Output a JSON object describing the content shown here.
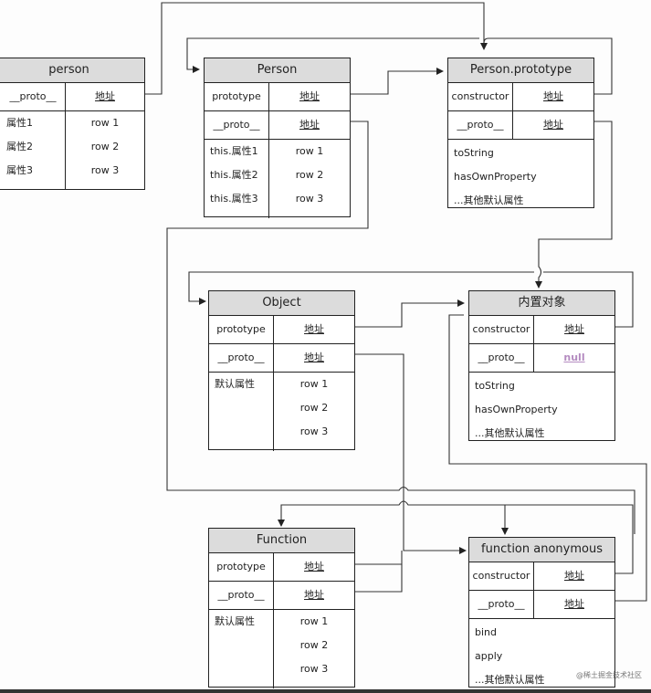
{
  "diagram": {
    "boxes": {
      "person": {
        "title": "person",
        "rows": [
          {
            "key": "__proto__",
            "value": "地址"
          }
        ],
        "props": [
          "属性1",
          "属性2",
          "属性3"
        ],
        "values": [
          "row 1",
          "row 2",
          "row 3"
        ]
      },
      "Person": {
        "title": "Person",
        "rows": [
          {
            "key": "prototype",
            "value": "地址"
          },
          {
            "key": "__proto__",
            "value": "地址"
          }
        ],
        "props": [
          "this.属性1",
          "this.属性2",
          "this.属性3"
        ],
        "values": [
          "row 1",
          "row 2",
          "row 3"
        ]
      },
      "PersonPrototype": {
        "title": "Person.prototype",
        "rows": [
          {
            "key": "constructor",
            "value": "地址"
          },
          {
            "key": "__proto__",
            "value": "地址"
          }
        ],
        "list": [
          "toString",
          "hasOwnProperty",
          "...其他默认属性"
        ]
      },
      "Object": {
        "title": "Object",
        "rows": [
          {
            "key": "prototype",
            "value": "地址"
          },
          {
            "key": "__proto__",
            "value": "地址"
          }
        ],
        "props": [
          "默认属性"
        ],
        "values": [
          "row 1",
          "row 2",
          "row 3"
        ]
      },
      "Builtin": {
        "title": "内置对象",
        "rows": [
          {
            "key": "constructor",
            "value": "地址"
          },
          {
            "key": "__proto__",
            "value": "null"
          }
        ],
        "list": [
          "toString",
          "hasOwnProperty",
          "...其他默认属性"
        ]
      },
      "Function": {
        "title": "Function",
        "rows": [
          {
            "key": "prototype",
            "value": "地址"
          },
          {
            "key": "__proto__",
            "value": "地址"
          }
        ],
        "props": [
          "默认属性"
        ],
        "values": [
          "row 1",
          "row 2",
          "row 3"
        ]
      },
      "Anonymous": {
        "title": "function anonymous",
        "rows": [
          {
            "key": "constructor",
            "value": "地址"
          },
          {
            "key": "__proto__",
            "value": "地址"
          }
        ],
        "list": [
          "bind",
          "apply",
          "...其他默认属性"
        ]
      }
    },
    "watermark": "@稀土掘金技术社区",
    "colors": {
      "header": "#dcdcdc",
      "line": "#222222",
      "null": "#b48bc0"
    }
  }
}
